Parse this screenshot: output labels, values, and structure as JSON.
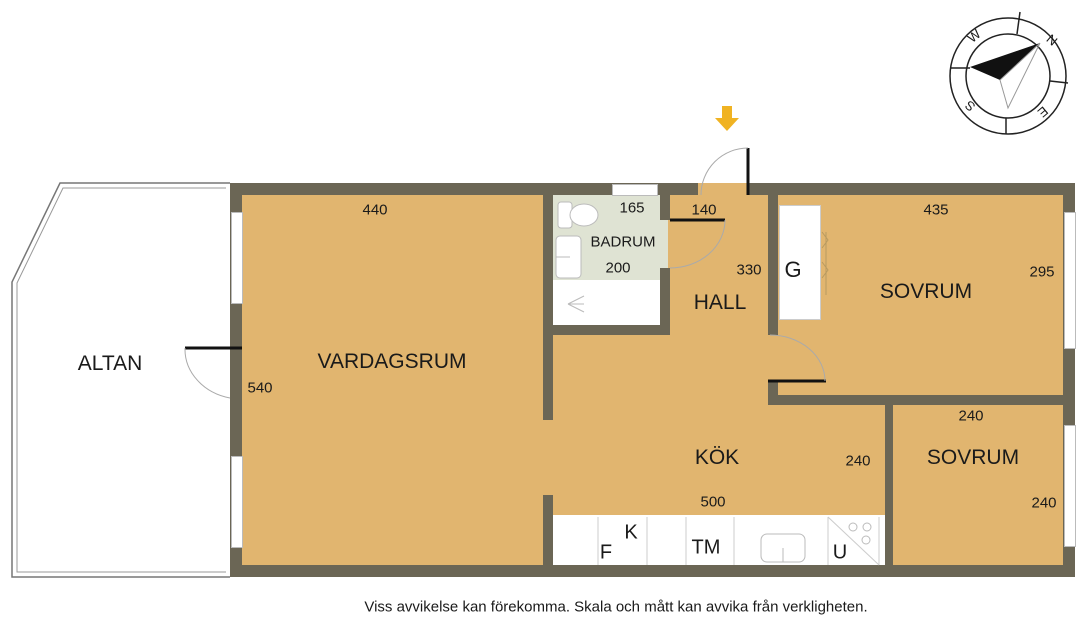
{
  "rooms": {
    "altan": "ALTAN",
    "vardagsrum": "VARDAGSRUM",
    "badrum": "BADRUM",
    "hall": "HALL",
    "sovrum1": "SOVRUM",
    "kok": "KÖK",
    "sovrum2": "SOVRUM"
  },
  "dimensions": {
    "vardagsrum_width": "440",
    "vardagsrum_depth": "540",
    "badrum_width": "165",
    "badrum_depth": "200",
    "hall_width": "140",
    "hall_depth": "330",
    "sovrum1_width": "435",
    "sovrum1_depth": "295",
    "sovrum2_width": "240",
    "sovrum2_depth": "240",
    "kok_depth": "240",
    "kok_width": "500"
  },
  "fixtures": {
    "wardrobe": "G",
    "fridge": "F",
    "freezer": "K",
    "dishwasher": "TM",
    "oven": "U"
  },
  "compass": {
    "n": "N",
    "e": "E",
    "s": "S",
    "w": "W"
  },
  "colors": {
    "floor": "#e1b56f",
    "wall": "#6b6655",
    "bathroom": "#dfe3d3",
    "entrance_arrow": "#f0b323"
  },
  "caption": "Viss avvikelse kan förekomma. Skala och mått kan avvika från verkligheten."
}
